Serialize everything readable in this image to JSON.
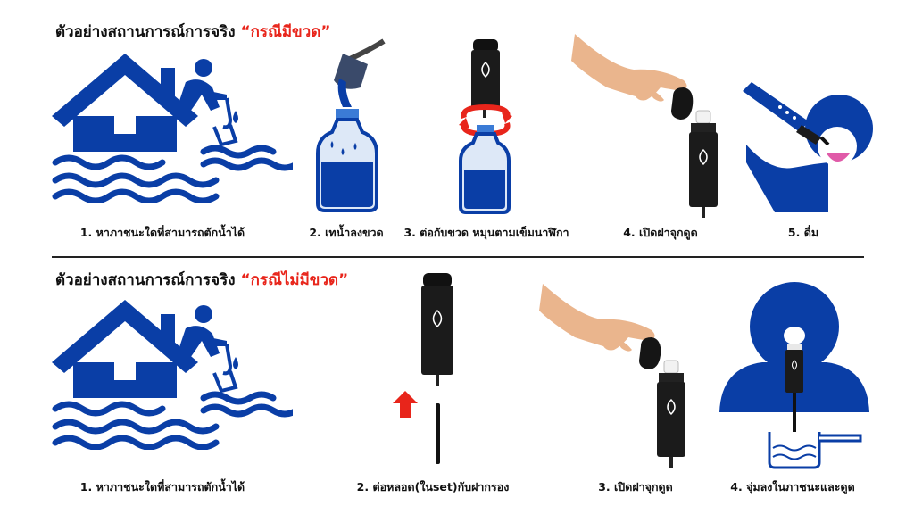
{
  "section1": {
    "heading": "ตัวอย่างสถานการณ์การจริง",
    "highlight": "“กรณีมีขวด”",
    "steps": [
      "1. หาภาชนะใดที่สามารถตักน้ำได้",
      "2. เทน้ำลงขวด",
      "3. ต่อกับขวด หมุนตามเข็มนาฬิกา",
      "4. เปิดฝาจุกดูด",
      "5. ดื่ม"
    ]
  },
  "section2": {
    "heading": "ตัวอย่างสถานการณ์การจริง",
    "highlight": "“กรณีไม่มีขวด”",
    "steps": [
      "1. หาภาชนะใดที่สามารถตักน้ำได้",
      "2. ต่อหลอด(ในset)กับฝากรอง",
      "3. เปิดฝาจุกดูด",
      "4. จุ่มลงในภาชนะและดูด"
    ]
  },
  "colors": {
    "blue": "#0a3ea6",
    "red": "#e8251b",
    "black": "#111111",
    "skin": "#eab58d"
  },
  "icons": [
    "flooded-house-icon",
    "person-scooping-icon",
    "scoop-icon",
    "water-bottle-icon",
    "filter-cartridge-icon",
    "rotate-arrow-icon",
    "hand-icon",
    "up-arrow-icon",
    "straw-icon",
    "person-drinking-icon",
    "water-container-icon"
  ]
}
